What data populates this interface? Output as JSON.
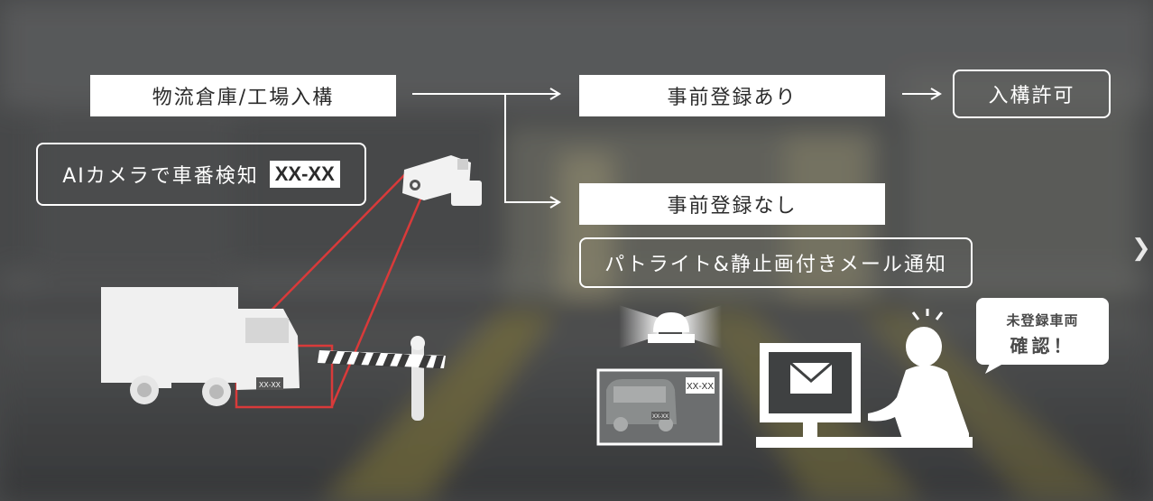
{
  "flow": {
    "entry_label": "物流倉庫/工場入構",
    "registered_label": "事前登録あり",
    "permit_label": "入構許可",
    "unregistered_label": "事前登録なし",
    "notify_label": "パトライト&静止画付きメール通知",
    "ai_camera_label": "AIカメラで車番検知",
    "ai_camera_plate": "XX-XX"
  },
  "illustration": {
    "truck_plate": "XX-XX",
    "snapshot_plate_tag": "XX-XX",
    "snapshot_plate_small": "XX-XX"
  },
  "bubble": {
    "line1": "未登録車両",
    "line2": "確認！"
  },
  "colors": {
    "accent_red": "#d93a3a",
    "box_fill": "#ffffff",
    "text_dark": "#2b2b2b"
  },
  "icons": [
    "camera-icon",
    "truck-icon",
    "barrier-gate-icon",
    "patrol-light-icon",
    "envelope-icon",
    "monitor-icon",
    "operator-icon",
    "chevron-right-icon"
  ]
}
